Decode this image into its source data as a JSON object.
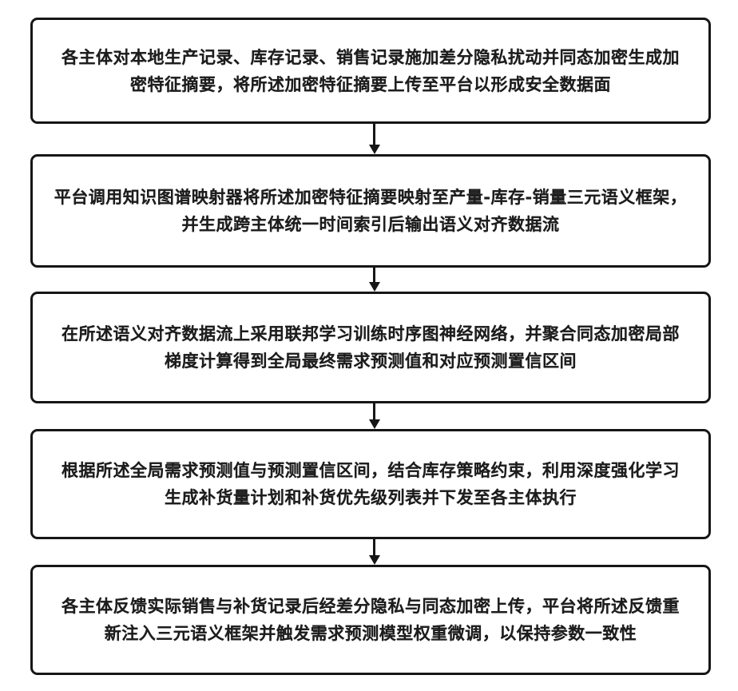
{
  "flowchart": {
    "type": "vertical-process-flow",
    "language": "zh-CN",
    "connector_style": "solid-line-filled-triangle-down-arrow",
    "colors": {
      "background": "#ffffff",
      "box_border": "#161616",
      "text": "#1d1d1d",
      "arrow": "#161616"
    },
    "steps": [
      {
        "id": "step-1",
        "text": "各主体对本地生产记录、库存记录、销售记录施加差分隐私扰动并同态加密生成加密特征摘要，将所述加密特征摘要上传至平台以形成安全数据面"
      },
      {
        "id": "step-2",
        "text": "平台调用知识图谱映射器将所述加密特征摘要映射至产量-库存-销量三元语义框架，并生成跨主体统一时间索引后输出语义对齐数据流"
      },
      {
        "id": "step-3",
        "text": "在所述语义对齐数据流上采用联邦学习训练时序图神经网络，并聚合同态加密局部梯度计算得到全局最终需求预测值和对应预测置信区间"
      },
      {
        "id": "step-4",
        "text": "根据所述全局需求预测值与预测置信区间，结合库存策略约束，利用深度强化学习生成补货量计划和补货优先级列表并下发至各主体执行"
      },
      {
        "id": "step-5",
        "text": "各主体反馈实际销售与补货记录后经差分隐私与同态加密上传，平台将所述反馈重新注入三元语义框架并触发需求预测模型权重微调，以保持参数一致性"
      }
    ]
  }
}
